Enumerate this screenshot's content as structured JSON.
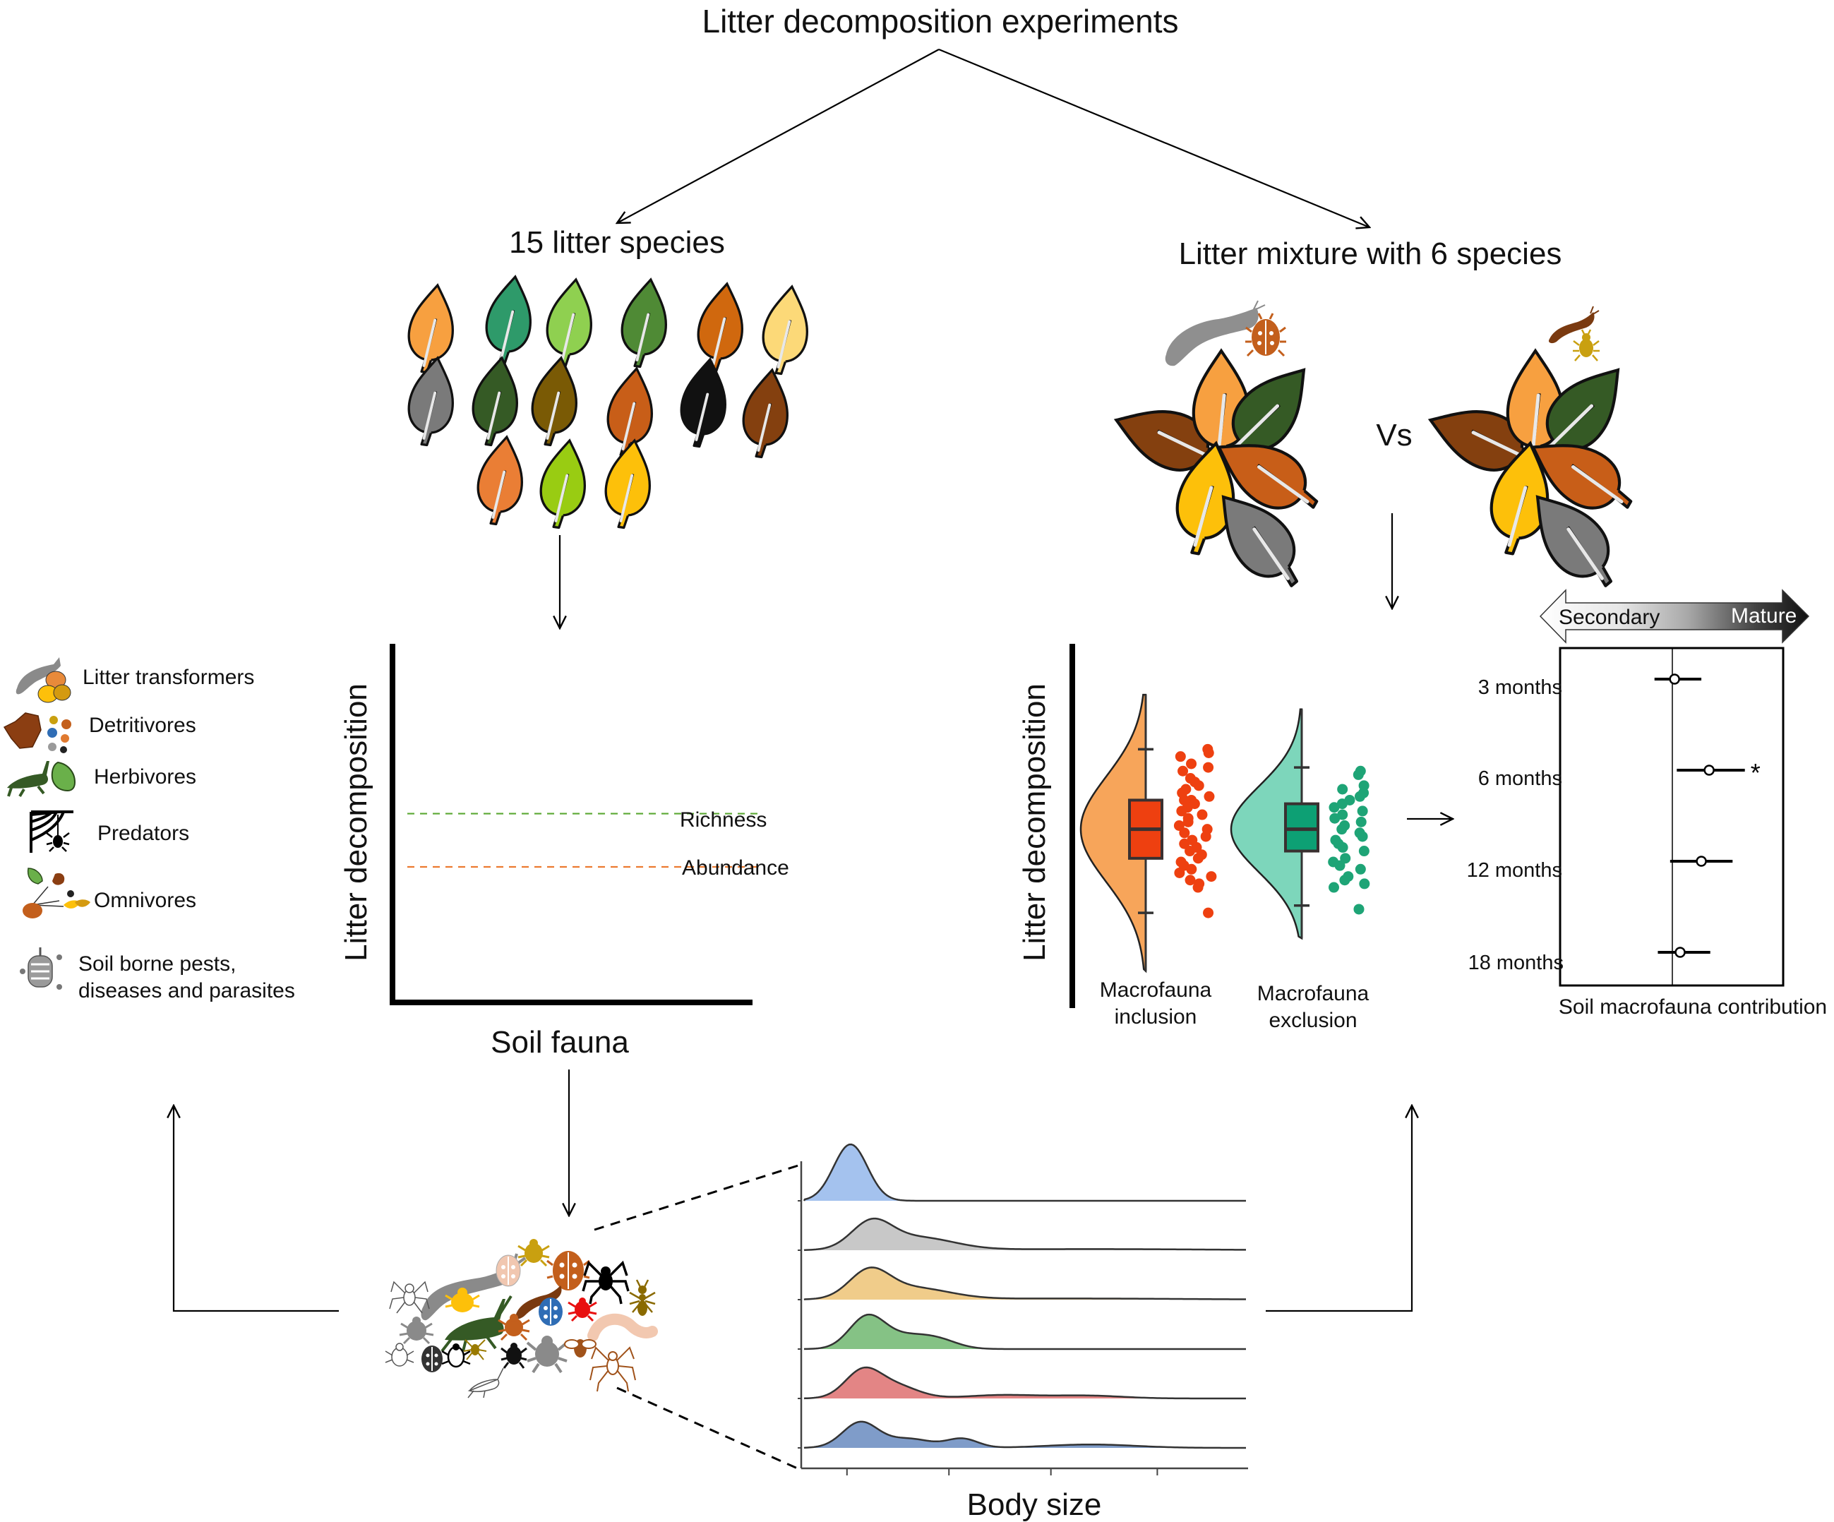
{
  "title": "Litter decomposition experiments",
  "left_branch": {
    "heading": "15 litter species",
    "leaf_colors": [
      "#f7a040",
      "#2e9a6a",
      "#8fd050",
      "#4f8a35",
      "#d0680e",
      "#fcd978",
      "#7a7a7a",
      "#355a25",
      "#7a5a05",
      "#c85e18",
      "#111111",
      "#84400f",
      "#ea7e35",
      "#99cc12",
      "#fdc00a"
    ]
  },
  "right_branch": {
    "heading": "Litter mixture with 6 species",
    "mixture_leaf_colors": [
      "#84400f",
      "#f7a040",
      "#355a25",
      "#c85e18",
      "#fdc00a",
      "#7a7a7a"
    ],
    "vs_label": "Vs",
    "inclusion_fauna_icons": [
      "millipede-icon",
      "ladybug-icon"
    ],
    "exclusion_fauna_icons": [
      "small-millipede-icon",
      "small-beetle-icon"
    ]
  },
  "legend": {
    "items": [
      {
        "label": "Litter transformers",
        "icon": "litter-transformer-icon"
      },
      {
        "label": "Detritivores",
        "icon": "detritivore-icon"
      },
      {
        "label": "Herbivores",
        "icon": "herbivore-icon"
      },
      {
        "label": "Predators",
        "icon": "predator-icon"
      },
      {
        "label": "Omnivores",
        "icon": "omnivore-icon"
      },
      {
        "label": "Soil borne pests,",
        "label2": "diseases and parasites",
        "icon": "pest-icon"
      }
    ]
  },
  "chart_data": [
    {
      "type": "line",
      "title": "",
      "xlabel": "Soil fauna",
      "ylabel": "Litter decomposition",
      "xlim": [
        0,
        1
      ],
      "ylim": [
        0,
        1
      ],
      "grid": false,
      "series": [
        {
          "name": "Richness",
          "style": "dashed",
          "color": "#5aa832",
          "x": [
            0.04,
            1.0
          ],
          "y": [
            0.39,
            0.39
          ]
        },
        {
          "name": "Abundance",
          "style": "dashed",
          "color": "#ec7a30",
          "x": [
            0.04,
            1.0
          ],
          "y": [
            0.28,
            0.28
          ]
        }
      ]
    },
    {
      "type": "raincloud",
      "title": "",
      "ylabel": "Litter decomposition",
      "ylim": [
        0,
        1
      ],
      "categories": [
        "Macrofauna inclusion",
        "Macrofauna exclusion"
      ],
      "category_lines": [
        [
          "Macrofauna",
          "inclusion"
        ],
        [
          "Macrofauna",
          "exclusion"
        ]
      ],
      "series": [
        {
          "name": "Macrofauna inclusion",
          "violin_color": "#f7a55a",
          "box_color": "#ee4010",
          "point_color": "#ee4010",
          "whisker_low": 0.26,
          "q1": 0.41,
          "median": 0.49,
          "q3": 0.57,
          "whisker_high": 0.71,
          "density_range": [
            0.1,
            0.86
          ],
          "points": [
            0.71,
            0.7,
            0.69,
            0.67,
            0.66,
            0.65,
            0.63,
            0.62,
            0.61,
            0.6,
            0.59,
            0.58,
            0.57,
            0.57,
            0.56,
            0.55,
            0.54,
            0.53,
            0.52,
            0.51,
            0.5,
            0.49,
            0.48,
            0.47,
            0.46,
            0.45,
            0.44,
            0.43,
            0.42,
            0.41,
            0.4,
            0.39,
            0.38,
            0.37,
            0.36,
            0.35,
            0.34,
            0.33,
            0.26
          ]
        },
        {
          "name": "Macrofauna exclusion",
          "violin_color": "#7dd6bb",
          "box_color": "#0da074",
          "point_color": "#1ea476",
          "whisker_low": 0.28,
          "q1": 0.43,
          "median": 0.49,
          "q3": 0.56,
          "whisker_high": 0.66,
          "density_range": [
            0.19,
            0.82
          ],
          "points": [
            0.65,
            0.64,
            0.61,
            0.6,
            0.59,
            0.58,
            0.57,
            0.56,
            0.55,
            0.54,
            0.53,
            0.52,
            0.51,
            0.5,
            0.49,
            0.48,
            0.47,
            0.46,
            0.45,
            0.44,
            0.43,
            0.41,
            0.4,
            0.39,
            0.38,
            0.36,
            0.35,
            0.34,
            0.33,
            0.27
          ]
        }
      ]
    },
    {
      "type": "forest",
      "title": "",
      "xlabel": "Soil macrofauna contribution",
      "gradient_left_label": "Secondary",
      "gradient_right_label": "Mature",
      "xlim": [
        -1,
        1
      ],
      "reference": 0,
      "categories": [
        "3 months",
        "6 months",
        "12 months",
        "18 months"
      ],
      "estimates": [
        0.02,
        0.33,
        0.26,
        0.07
      ],
      "ci_low": [
        -0.16,
        0.04,
        -0.02,
        -0.13
      ],
      "ci_high": [
        0.26,
        0.65,
        0.54,
        0.34
      ],
      "significance": [
        "",
        "*",
        "",
        ""
      ]
    },
    {
      "type": "ridgeline",
      "title": "",
      "xlabel": "Body size",
      "ylabel": "",
      "xlim": [
        0,
        10
      ],
      "xticks": [
        1,
        3.3,
        5.6,
        8
      ],
      "tick_labels_visible": false,
      "series": [
        {
          "color": "#a4c2ee",
          "components": [
            [
              1.08,
              0.38,
              1.0
            ]
          ]
        },
        {
          "color": "#c8c8c8",
          "components": [
            [
              1.55,
              0.45,
              0.46
            ],
            [
              2.6,
              0.8,
              0.22
            ],
            [
              6.5,
              2.5,
              0.02
            ]
          ]
        },
        {
          "color": "#f0cc8a",
          "components": [
            [
              1.5,
              0.45,
              0.47
            ],
            [
              2.5,
              0.8,
              0.2
            ],
            [
              6.0,
              2.5,
              0.02
            ]
          ]
        },
        {
          "color": "#85c285",
          "components": [
            [
              1.45,
              0.4,
              0.56
            ],
            [
              2.3,
              0.5,
              0.2
            ],
            [
              3.05,
              0.45,
              0.15
            ]
          ]
        },
        {
          "color": "#e38585",
          "components": [
            [
              1.35,
              0.4,
              0.47
            ],
            [
              2.1,
              0.5,
              0.22
            ],
            [
              4.5,
              0.8,
              0.06
            ],
            [
              6.4,
              0.8,
              0.05
            ]
          ]
        },
        {
          "color": "#7f9cc9",
          "components": [
            [
              1.3,
              0.4,
              0.45
            ],
            [
              2.4,
              0.5,
              0.16
            ],
            [
              3.6,
              0.35,
              0.16
            ],
            [
              6.5,
              1.0,
              0.06
            ]
          ]
        }
      ]
    }
  ],
  "fauna_cluster": {
    "icons": [
      "millipede-icon",
      "ladybug-icon",
      "beetle-icon",
      "spider-icon",
      "ant-icon",
      "grasshopper-icon",
      "earthworm-icon",
      "bee-icon",
      "weevil-icon",
      "mite-icon"
    ]
  }
}
